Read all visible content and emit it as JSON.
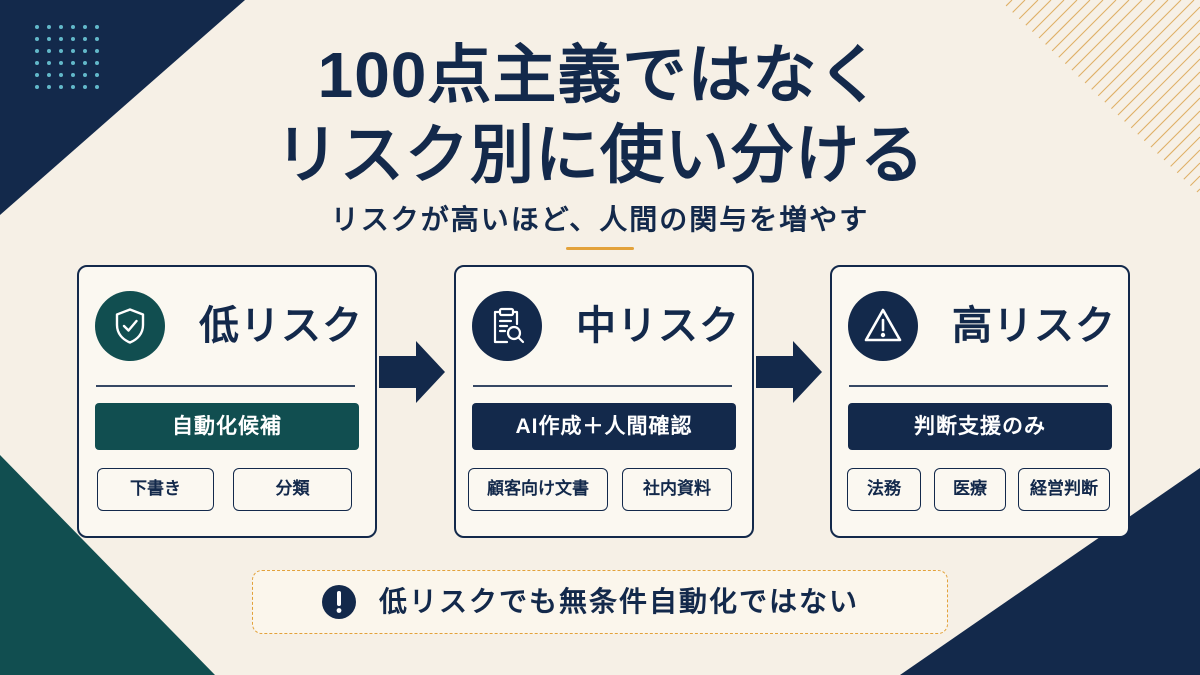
{
  "colors": {
    "background": "#f6f0e6",
    "navy": "#13294b",
    "teal": "#114e50",
    "gold": "#e3a23b",
    "card": "#fbf8f1"
  },
  "title": {
    "line1": "100点主義ではなく",
    "line2": "リスク別に使い分ける"
  },
  "subtitle": "リスクが高いほど、人間の関与を増やす",
  "flow_arrow_icon": "arrow-right-icon",
  "cards": [
    {
      "icon": "shield-check-icon",
      "heading": "低リスク",
      "action": "自動化候補",
      "accent": "#114e50",
      "examples": [
        "下書き",
        "分類"
      ]
    },
    {
      "icon": "clipboard-search-icon",
      "heading": "中リスク",
      "action": "AI作成＋人間確認",
      "accent": "#13294b",
      "examples": [
        "顧客向け文書",
        "社内資料"
      ]
    },
    {
      "icon": "warning-icon",
      "heading": "高リスク",
      "action": "判断支援のみ",
      "accent": "#13294b",
      "examples": [
        "法務",
        "医療",
        "経営判断"
      ]
    }
  ],
  "note": {
    "icon": "exclamation-circle-icon",
    "text": "低リスクでも無条件自動化ではない"
  }
}
